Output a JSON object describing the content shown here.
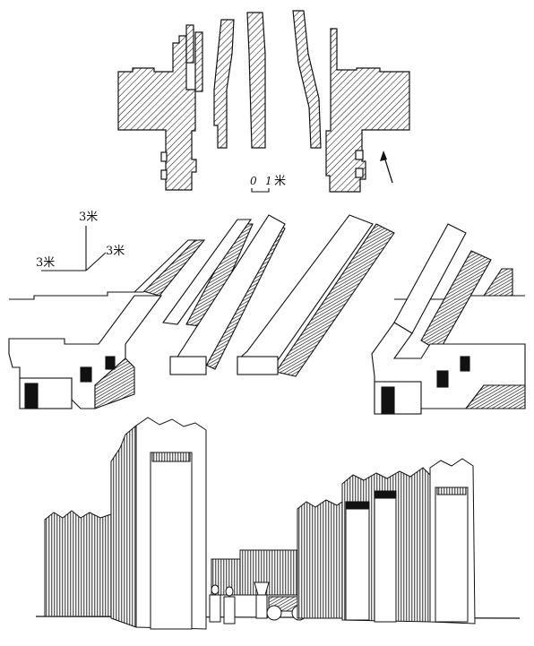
{
  "plan": {
    "scale_zero": "0",
    "scale_one": "1",
    "scale_unit": "米"
  },
  "axonometric": {
    "axis_vertical": "3米",
    "axis_diagonal": "3米",
    "axis_horizontal": "3米"
  },
  "colors": {
    "ink": "#111111",
    "paper": "#ffffff"
  }
}
